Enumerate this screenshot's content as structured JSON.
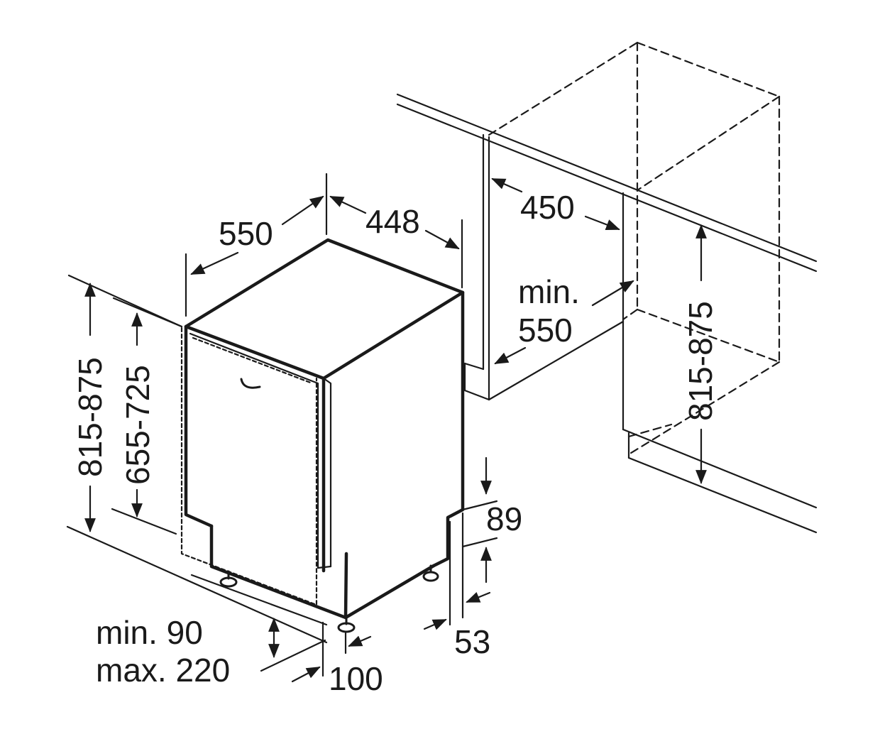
{
  "dimensions": {
    "depth": "550",
    "width": "448",
    "niche_width": "450",
    "niche_depth_line1": "min.",
    "niche_depth_line2": "550",
    "niche_height": "815-875",
    "appliance_height": "815-875",
    "door_height": "655-725",
    "plinth_height": "89",
    "plinth_depth": "53",
    "foot_offset": "100",
    "plinth_range_line1": "min. 90",
    "plinth_range_line2": "max. 220"
  },
  "colors": {
    "line": "#1a1a1a",
    "background": "#ffffff"
  }
}
